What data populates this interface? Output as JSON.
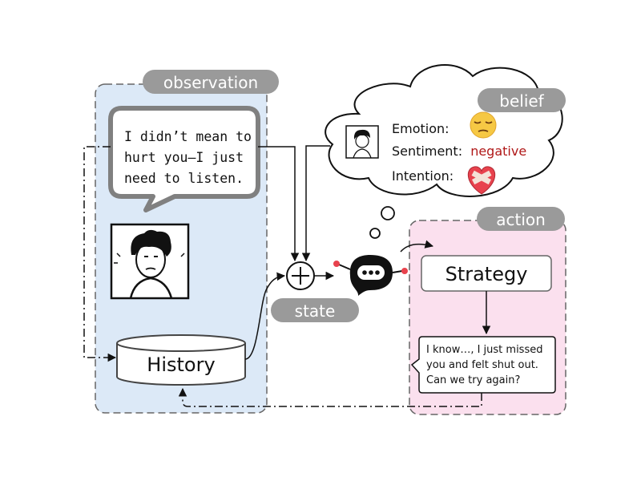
{
  "panels": {
    "observation": {
      "label": "observation",
      "color": "#dce9f7"
    },
    "action": {
      "label": "action",
      "color": "#fbe0ee"
    },
    "belief": {
      "label": "belief"
    },
    "state": {
      "label": "state"
    }
  },
  "observation": {
    "speech_lines": [
      "I didn’t mean to",
      "hurt you—I just",
      "need to listen."
    ],
    "history_label": "History"
  },
  "belief": {
    "emotion_label": "Emotion:",
    "sentiment_label": "Sentiment:",
    "sentiment_value": "negative",
    "intention_label": "Intention:",
    "sentiment_color": "#b01818"
  },
  "action": {
    "strategy_label": "Strategy",
    "response_lines": [
      "I know…, I just missed",
      "you and felt shut out.",
      "Can we try again?"
    ]
  },
  "icons": [
    "person-icon",
    "sad-face-emoji-icon",
    "bandaged-heart-icon",
    "robot-chat-icon",
    "plus-circle-icon"
  ]
}
